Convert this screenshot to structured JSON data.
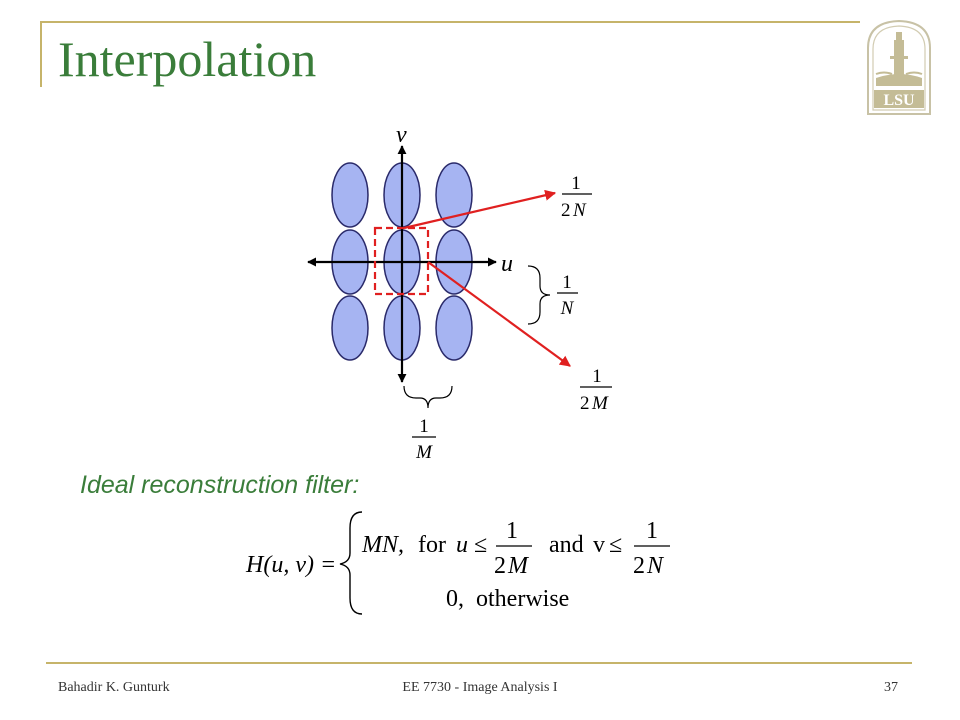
{
  "slide": {
    "title": "Interpolation",
    "logo_text": "LSU",
    "description": "Ideal reconstruction filter:",
    "colors": {
      "title": "#3a7d3a",
      "accent_rule": "#c6b46a",
      "ellipse_fill": "#a6b4f2",
      "arrow_red": "#e02020"
    }
  },
  "diagram": {
    "axis_v_label": "v",
    "axis_u_label": "u",
    "frac_top": {
      "num": "1",
      "den_coef": "2",
      "den_var": "N"
    },
    "frac_right": {
      "num": "1",
      "den_var": "N"
    },
    "frac_bottom_right": {
      "num": "1",
      "den_coef": "2",
      "den_var": "M"
    },
    "frac_bottom": {
      "num": "1",
      "den_var": "M"
    }
  },
  "formula": {
    "lhs": "H(u, v) =",
    "case1_val": "MN,",
    "case1_for": "for",
    "case1_u": "u",
    "case1_and": "and",
    "case1_v": "v",
    "leq": "≤",
    "frac1": {
      "num": "1",
      "den_coef": "2",
      "den_var": "M"
    },
    "frac2": {
      "num": "1",
      "den_coef": "2",
      "den_var": "N"
    },
    "case2": "0,  otherwise"
  },
  "footer": {
    "author": "Bahadir K. Gunturk",
    "course": "EE 7730 - Image Analysis I",
    "page": "37"
  }
}
